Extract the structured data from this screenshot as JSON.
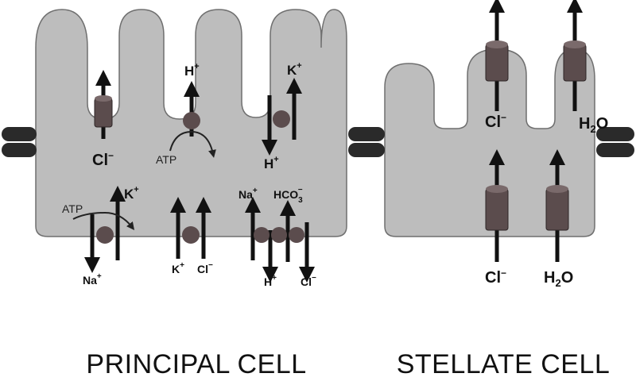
{
  "colors": {
    "cell_fill": "#bdbdbd",
    "channel": "#5b4c4d",
    "junction": "#2a2a2a",
    "arrow": "#111111"
  },
  "titles": {
    "principal": "PRINCIPAL CELL",
    "stellate": "STELLATE CELL"
  },
  "principal": {
    "apical_channel_ion": "Cl",
    "apical_channel_charge": "−",
    "proton_pump_ion": "H",
    "proton_pump_charge": "+",
    "proton_pump_energy": "ATP",
    "exchanger_top_ion": "K",
    "exchanger_top_charge": "+",
    "exchanger_bottom_ion": "H",
    "exchanger_bottom_charge": "+",
    "na_k_pump_energy": "ATP",
    "na_k_pump_in_ion": "K",
    "na_k_pump_in_charge": "+",
    "na_k_pump_out_ion": "Na",
    "na_k_pump_out_charge": "+",
    "cotransporter_ion_1": "K",
    "cotransporter_ion_1_charge": "+",
    "cotransporter_ion_2": "Cl",
    "cotransporter_ion_2_charge": "−",
    "exch_na": "Na",
    "exch_na_charge": "+",
    "exch_hco3": "HCO",
    "exch_hco3_sub": "3",
    "exch_hco3_charge": "−",
    "exch_h": "H",
    "exch_h_charge": "+",
    "exch_cl": "Cl",
    "exch_cl_charge": "−"
  },
  "stellate": {
    "apical_cl_ion": "Cl",
    "apical_cl_charge": "−",
    "apical_water": "H",
    "apical_water_sub": "2",
    "apical_water_o": "O",
    "basal_cl_ion": "Cl",
    "basal_cl_charge": "−",
    "basal_water": "H",
    "basal_water_sub": "2",
    "basal_water_o": "O"
  }
}
